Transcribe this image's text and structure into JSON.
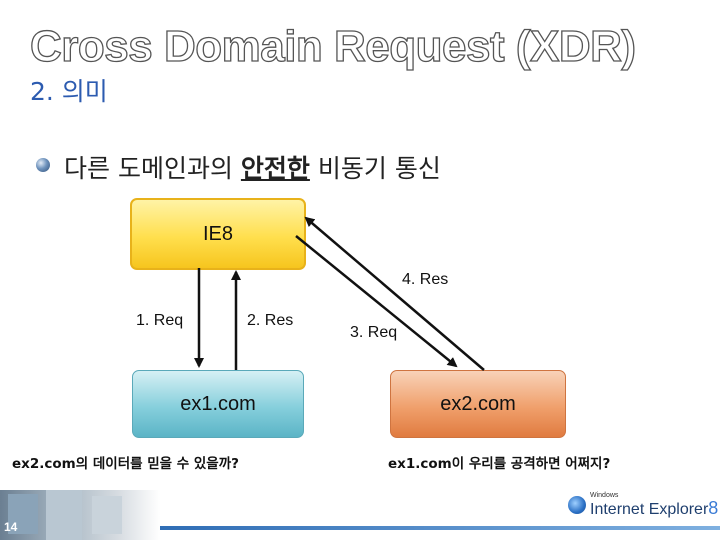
{
  "slide": {
    "title": "Cross Domain Request (XDR)",
    "subtitle": "2. 의미",
    "bullet": {
      "before": "다른 도메인과의 ",
      "emphasis": "안전한",
      "after": " 비동기 통신"
    },
    "page_number": "14"
  },
  "diagram": {
    "nodes": {
      "ie8": "IE8",
      "ex1": "ex1.com",
      "ex2": "ex2.com"
    },
    "edges": {
      "req1": "1. Req",
      "res2": "2. Res",
      "req3": "3. Req",
      "res4": "4. Res"
    },
    "captions": {
      "left": "ex2.com의 데이터를 믿을 수 있을까?",
      "right": "ex1.com이 우리를 공격하면 어쩌지?"
    }
  },
  "logo": {
    "windows": "Windows",
    "product": "Internet Explorer",
    "version": "8"
  },
  "colors": {
    "ie8_box": "#ffdf4d",
    "ex1_box": "#86cfdc",
    "ex2_box": "#f0a06c",
    "subtitle": "#2c5bb0"
  },
  "icons": {
    "bullet": "bullet-dot-icon",
    "logo": "ie-globe-icon"
  }
}
